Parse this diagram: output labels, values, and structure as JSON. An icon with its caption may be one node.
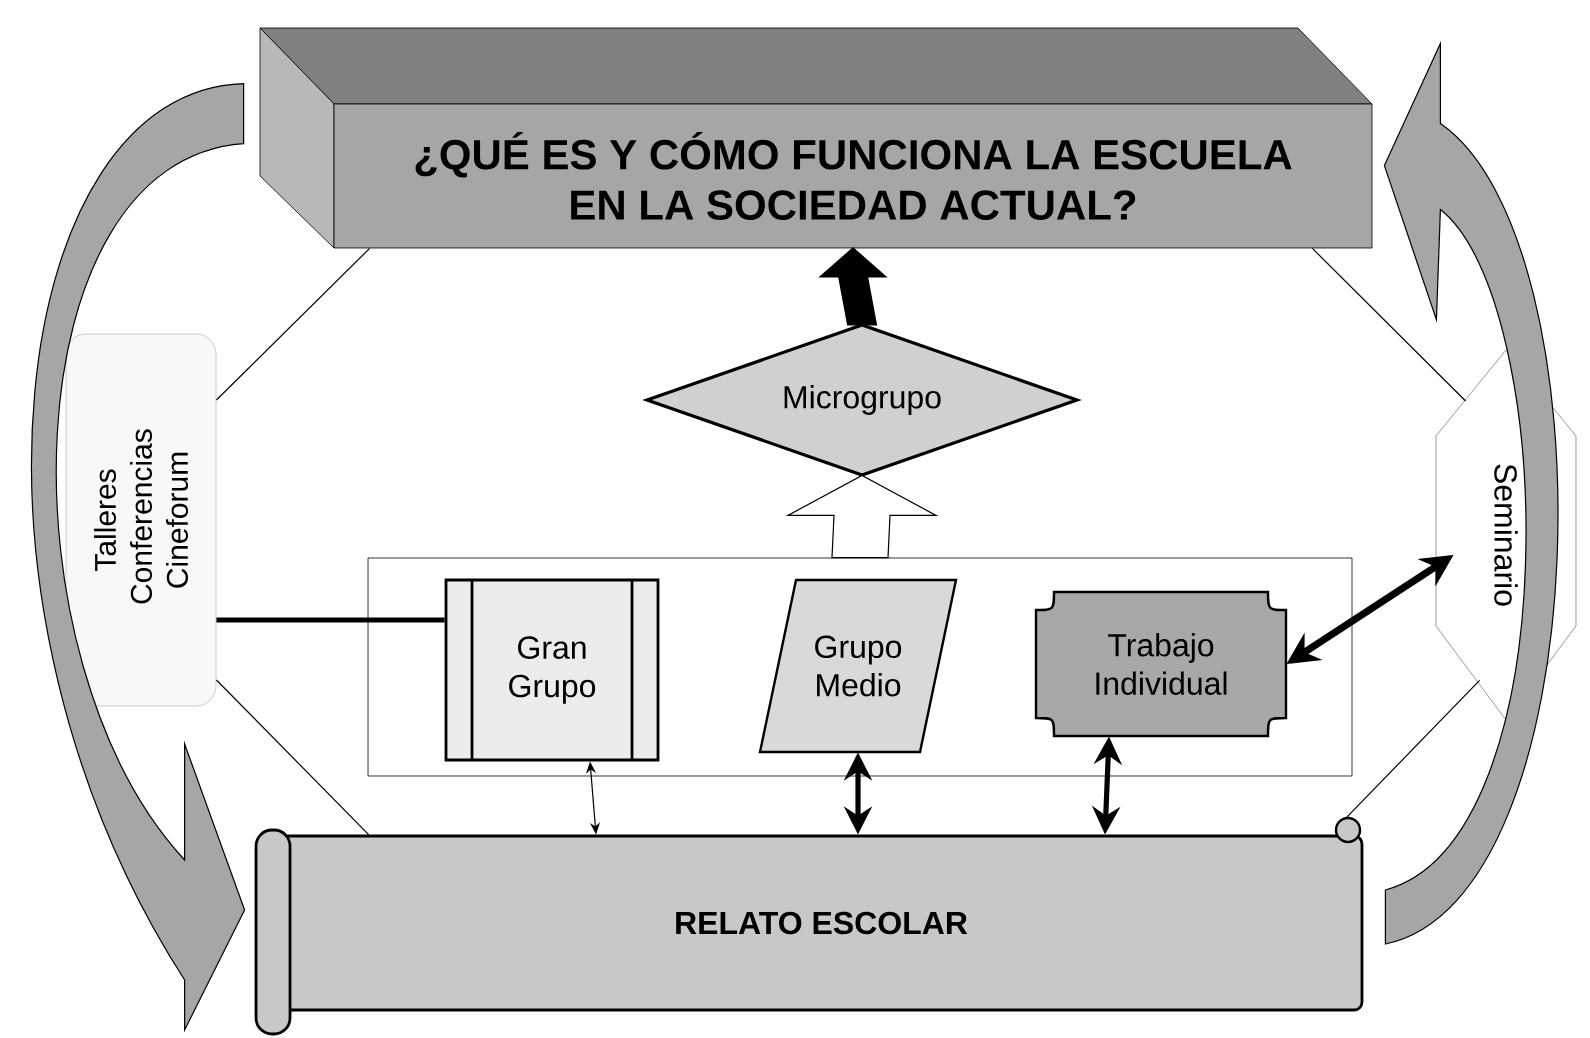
{
  "diagram": {
    "nodes": [
      {
        "text": [
          "¿QUÉ ES Y CÓMO FUNCIONA LA ESCUELA EN LA SOCIEDAD ACTUAL?"
        ]
      },
      {
        "text": [
          "Microgrupo"
        ]
      },
      {
        "text": [
          "Talleres Conferencias Cineforum"
        ]
      },
      {
        "text": [],
        "shape": "box"
      },
      {
        "text": [
          "Gran Grupo"
        ],
        "in": 3
      },
      {
        "text": [
          "Grupo Medio"
        ],
        "in": 3
      },
      {
        "text": [
          "Trabajo Individual"
        ],
        "in": 3
      },
      {
        "text": [
          "Seminario"
        ]
      },
      {
        "text": [
          "RELATO ESCOLAR"
        ]
      }
    ],
    "edges": [
      {
        "from": 1,
        "to": 0,
        "arrow": "to",
        "style": "thick"
      },
      {
        "from": 3,
        "to": 1,
        "arrow": "to",
        "color": "#ffffff"
      },
      {
        "from": 0,
        "to": 8,
        "arrow": "to",
        "color": "#a6a6a6"
      },
      {
        "from": 8,
        "to": 0,
        "arrow": "to",
        "color": "#a6a6a6"
      },
      {
        "from": 2,
        "to": 4,
        "arrow": "none",
        "style": "thick"
      },
      {
        "from": 4,
        "to": 8,
        "arrow": "both"
      },
      {
        "from": 5,
        "to": 8,
        "arrow": "both",
        "style": "thick"
      },
      {
        "from": 6,
        "to": 8,
        "arrow": "both",
        "style": "thick"
      },
      {
        "from": 6,
        "to": 7,
        "arrow": "both",
        "style": "thick"
      },
      {
        "from": 0,
        "to": 2,
        "arrow": "none"
      },
      {
        "from": 2,
        "to": 8,
        "arrow": "none"
      },
      {
        "from": 0,
        "to": 7,
        "arrow": "none"
      },
      {
        "from": 7,
        "to": 8,
        "arrow": "none"
      }
    ]
  }
}
